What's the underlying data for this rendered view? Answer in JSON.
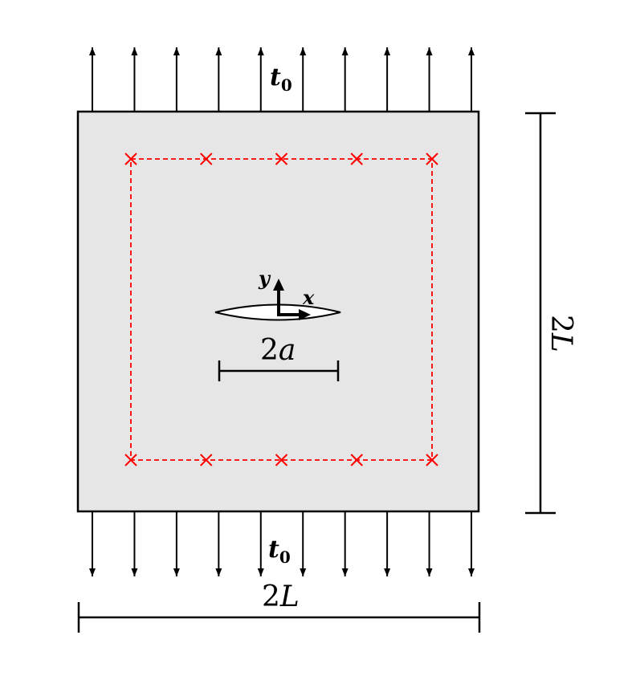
{
  "colors": {
    "plate_fill": "#e6e6e6",
    "stroke": "#000000",
    "marker": "#ff0000",
    "crack_fill": "#ffffff"
  },
  "labels": {
    "traction_top": {
      "base": "t",
      "sub": "0"
    },
    "traction_bottom": {
      "base": "t",
      "sub": "0"
    },
    "crack_length": {
      "coef": "2",
      "var": "a"
    },
    "plate_width": {
      "coef": "2",
      "var": "L"
    },
    "plate_height": {
      "coef": "2",
      "var": "L"
    },
    "axis_x": "x",
    "axis_y": "y"
  },
  "icons": {
    "arrow": "arrow-icon",
    "marker": "cross-marker-icon"
  },
  "markers": {
    "top_row_count": 5,
    "bottom_row_count": 5
  },
  "arrows": {
    "top_count": 10,
    "bottom_count": 10
  }
}
